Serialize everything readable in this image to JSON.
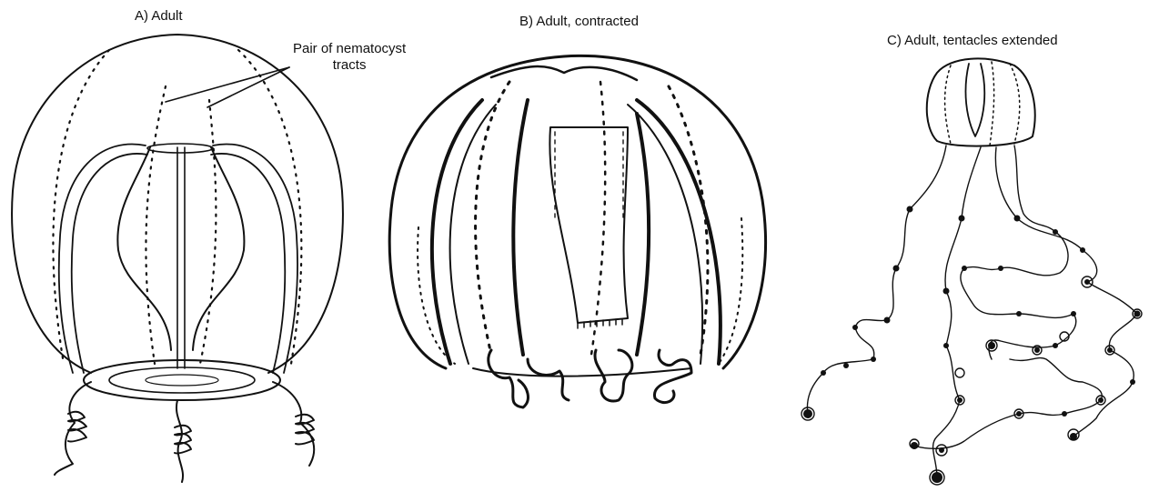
{
  "panels": {
    "a": {
      "label": "A) Adult"
    },
    "b": {
      "label": "B) Adult, contracted"
    },
    "c": {
      "label": "C) Adult, tentacles extended"
    }
  },
  "annotation": {
    "line1": "Pair of nematocyst",
    "line2": "tracts"
  },
  "colors": {
    "ink": "#111111",
    "background": "#ffffff"
  }
}
